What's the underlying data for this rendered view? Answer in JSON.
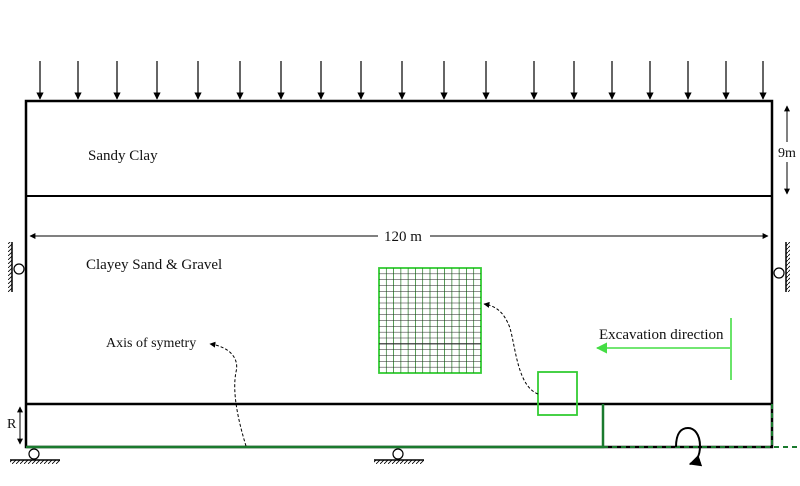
{
  "labels": {
    "top_layer": "Sandy Clay",
    "bottom_layer": "Clayey Sand & Gravel",
    "width": "120 m",
    "top_thickness": "9m",
    "axis": "Axis of symetry",
    "excavation": "Excavation direction",
    "radius": "R"
  },
  "colors": {
    "boundary": "#000000",
    "lining": "#1a7a2e",
    "mesh": "#33cc33",
    "excavation_arrow": "#44dd44"
  }
}
